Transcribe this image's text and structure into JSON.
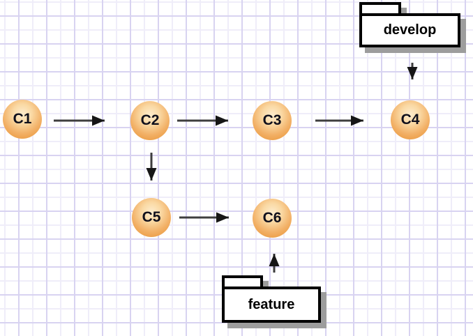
{
  "commits": [
    {
      "id": "c1",
      "label": "C1"
    },
    {
      "id": "c2",
      "label": "C2"
    },
    {
      "id": "c3",
      "label": "C3"
    },
    {
      "id": "c4",
      "label": "C4"
    },
    {
      "id": "c5",
      "label": "C5"
    },
    {
      "id": "c6",
      "label": "C6"
    }
  ],
  "branches": [
    {
      "id": "develop",
      "label": "develop"
    },
    {
      "id": "feature",
      "label": "feature"
    }
  ],
  "edges": [
    {
      "from": "C1",
      "to": "C2"
    },
    {
      "from": "C2",
      "to": "C3"
    },
    {
      "from": "C3",
      "to": "C4"
    },
    {
      "from": "C2",
      "to": "C5"
    },
    {
      "from": "C5",
      "to": "C6"
    },
    {
      "from": "develop",
      "to": "C4"
    },
    {
      "from": "feature",
      "to": "C6"
    }
  ],
  "colors": {
    "commit_fill_center": "#fdeccd",
    "commit_fill_edge": "#e8923a",
    "commit_text": "#10101c",
    "arrow_line": "#3e3e3e",
    "arrowhead": "#161616",
    "package_fill": "#ffffff",
    "package_border": "#000000",
    "package_shadow": "#9d9d9d",
    "grid_line_major": "#d8d3f1",
    "grid_line_minor": "#efedf9",
    "background": "#ffffff"
  }
}
